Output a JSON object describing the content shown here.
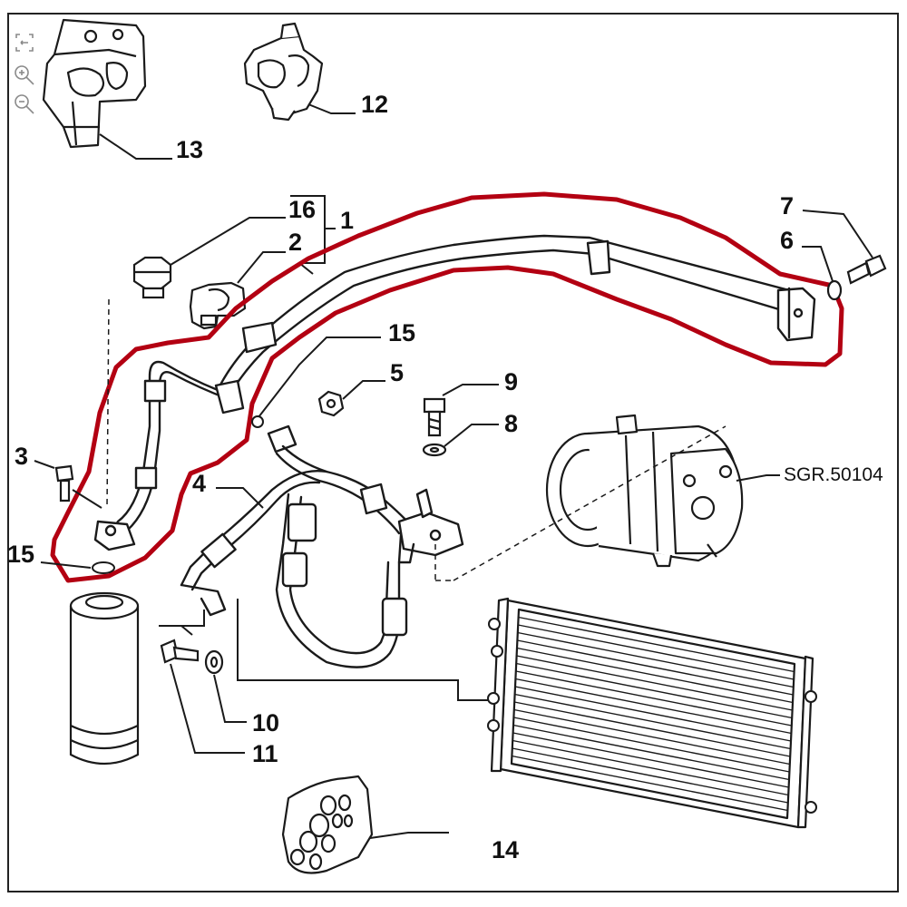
{
  "callouts": {
    "n1": "1",
    "n2": "2",
    "n3": "3",
    "n4": "4",
    "n5": "5",
    "n6": "6",
    "n7": "7",
    "n8": "8",
    "n9": "9",
    "n10": "10",
    "n11": "11",
    "n12": "12",
    "n13": "13",
    "n14": "14",
    "n15_left": "15",
    "n15_mid": "15",
    "n16": "16"
  },
  "reference": "SGR.50104",
  "toolbar": {
    "fit_icon": "fit-screen-icon",
    "zoom_in_icon": "zoom-in-icon",
    "zoom_out_icon": "zoom-out-icon"
  },
  "colors": {
    "line": "#1a1a1a",
    "highlight": "#b30012",
    "toolbar_icon": "#8a8a8a"
  }
}
